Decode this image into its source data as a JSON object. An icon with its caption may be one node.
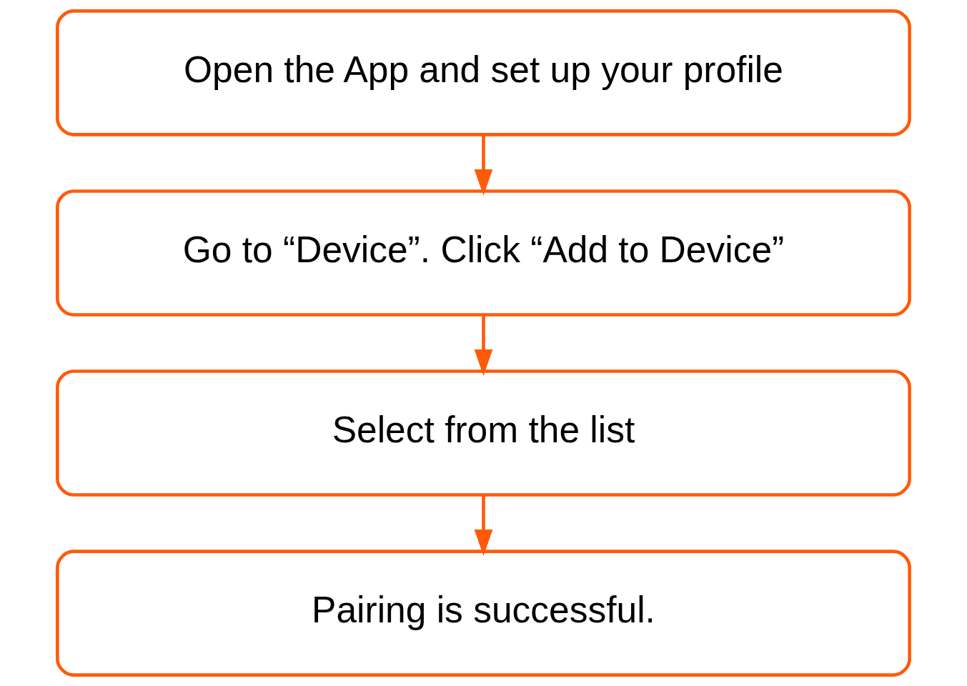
{
  "diagram": {
    "nodes": [
      {
        "text": [
          "Open the App and set up your profile"
        ]
      },
      {
        "text": [
          "Go to “Device”. Click “Add to Device”"
        ]
      },
      {
        "text": [
          "Select from the list"
        ]
      },
      {
        "text": [
          "Pairing is successful."
        ]
      }
    ],
    "edges": [
      {
        "from": 0,
        "to": 1,
        "arrow": "to"
      },
      {
        "from": 1,
        "to": 2,
        "arrow": "to"
      },
      {
        "from": 2,
        "to": 3,
        "arrow": "to"
      }
    ]
  }
}
